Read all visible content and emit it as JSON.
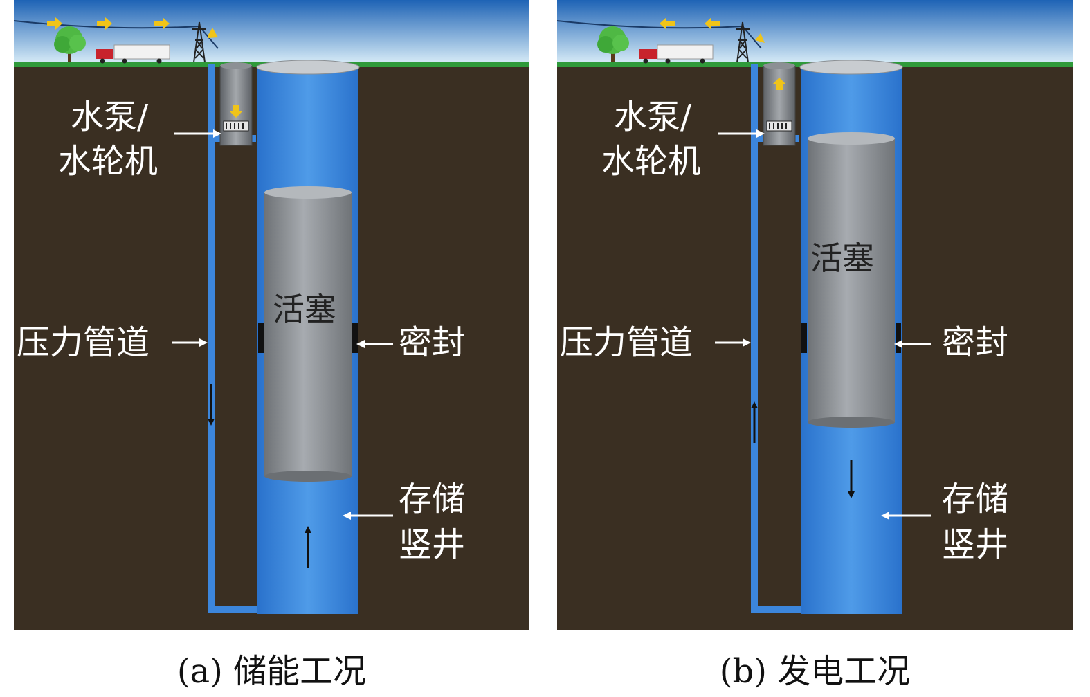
{
  "panels": [
    {
      "id": "a",
      "caption": "(a) 储能工况",
      "labels": {
        "pump_line1": "水泵/",
        "pump_line2": "水轮机",
        "pipe": "压力管道",
        "piston": "活塞",
        "seal": "密封",
        "shaft_line1": "存储",
        "shaft_line2": "竖井"
      }
    },
    {
      "id": "b",
      "caption": "(b) 发电工况",
      "labels": {
        "pump_line1": "水泵/",
        "pump_line2": "水轮机",
        "pipe": "压力管道",
        "piston": "活塞",
        "seal": "密封",
        "shaft_line1": "存储",
        "shaft_line2": "竖井"
      }
    }
  ],
  "colors": {
    "sky_top": "#1e63b5",
    "sky_bottom": "#d8ecf7",
    "grass": "#2f9a3a",
    "soil": "#3a2f22",
    "water": "#2f7fd8",
    "water_light": "#5aa8f0",
    "piston": "#8d9196",
    "seal": "#111111",
    "arrow_yellow": "#f0c419",
    "label_text": "#ffffff"
  },
  "icons": [
    "tree-icon",
    "truck-icon",
    "power-tower-icon",
    "flow-arrow-icon"
  ]
}
